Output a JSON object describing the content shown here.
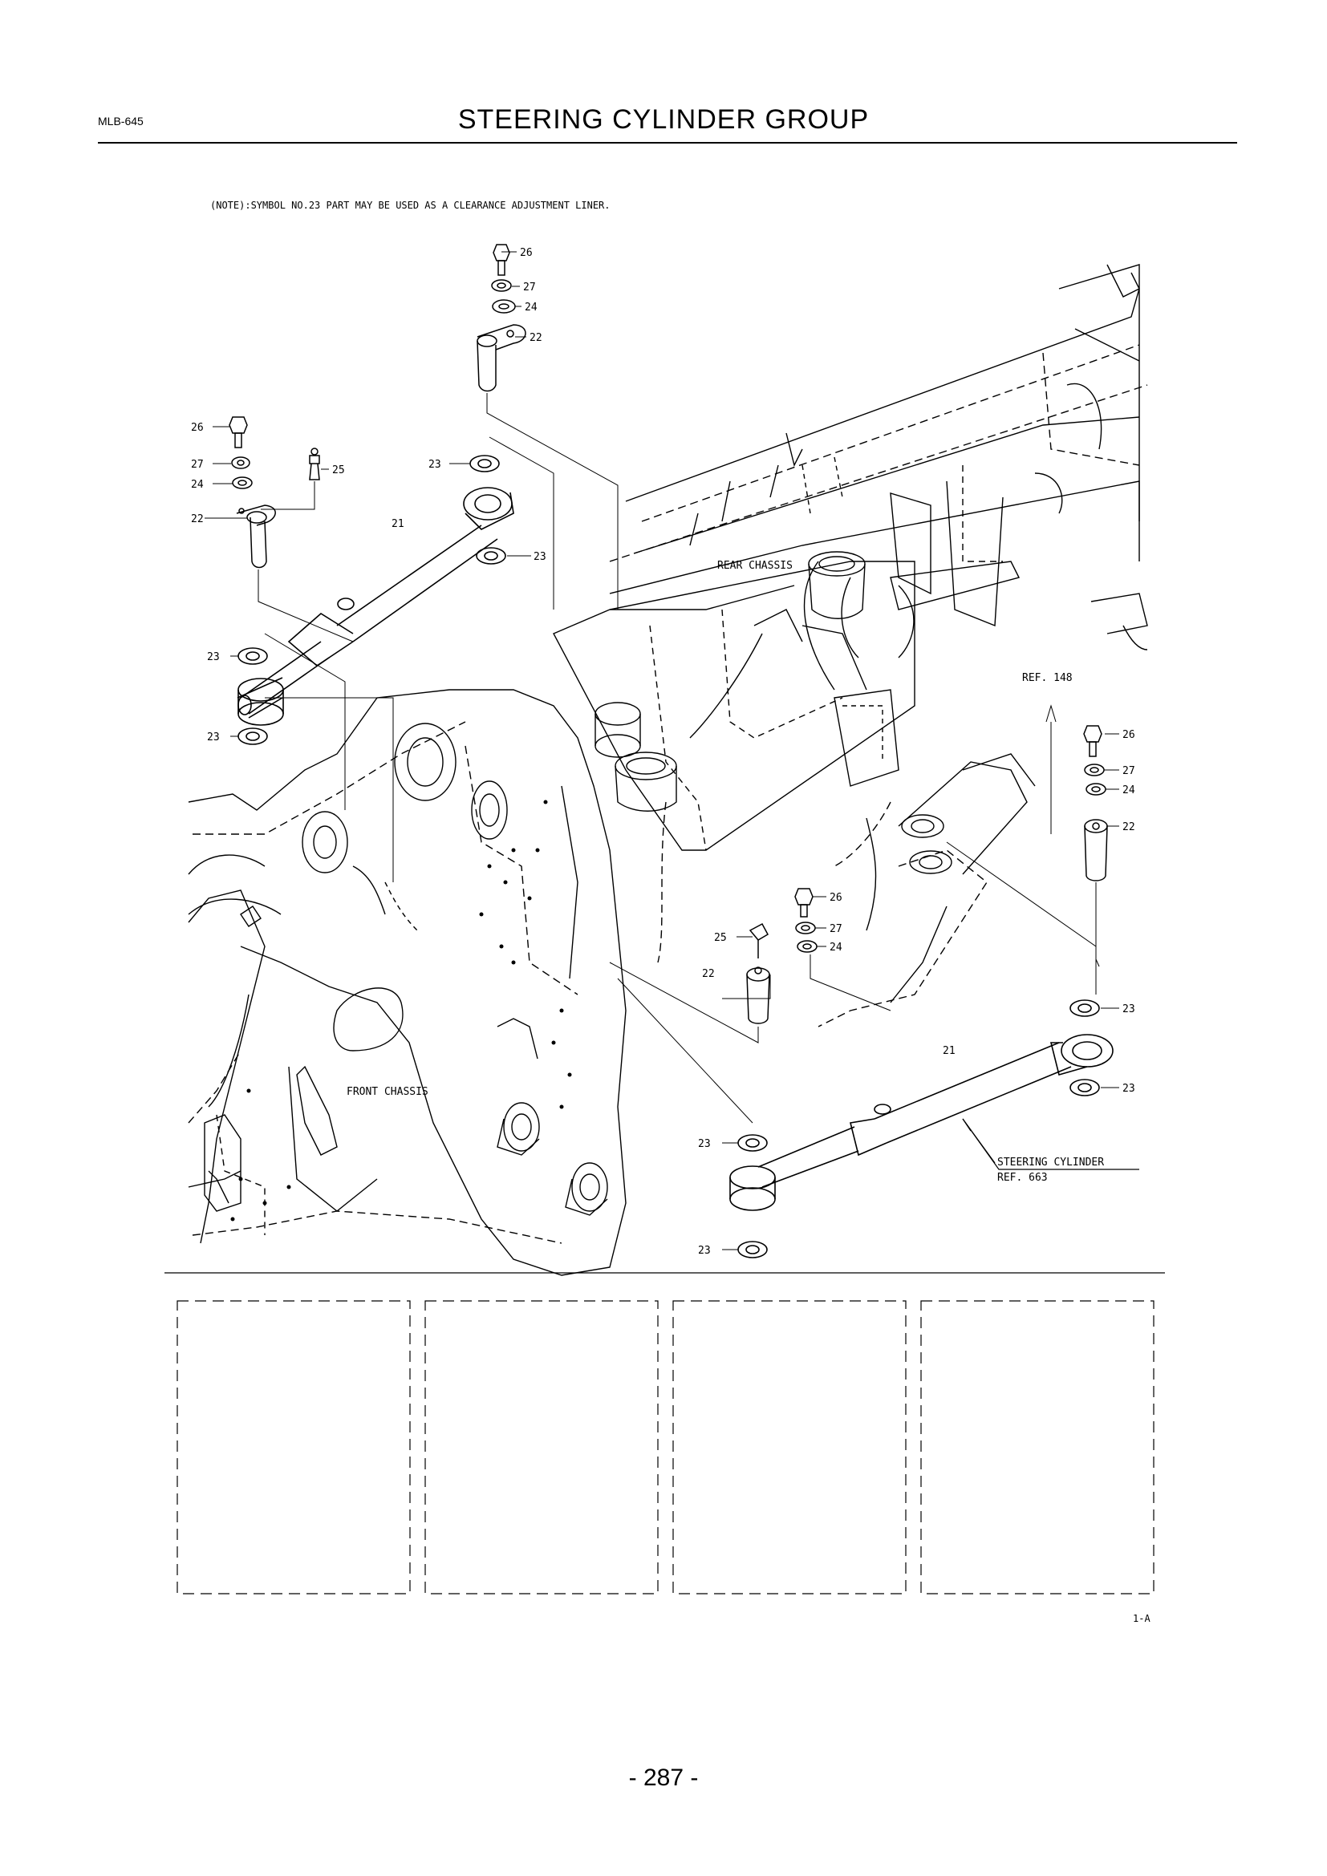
{
  "header": {
    "doc_code": "MLB-645",
    "title": "STEERING CYLINDER GROUP"
  },
  "note": "(NOTE):SYMBOL NO.23 PART MAY BE USED AS A CLEARANCE ADJUSTMENT LINER.",
  "labels": {
    "rear_chassis": "REAR CHASSIS",
    "front_chassis": "FRONT CHASSIS",
    "ref_148": "REF. 148",
    "steering_cylinder": "STEERING CYLINDER",
    "ref_663": "REF. 663"
  },
  "callouts": {
    "top_26": "26",
    "top_27": "27",
    "top_24": "24",
    "top_22": "22",
    "left_26": "26",
    "left_27": "27",
    "left_24": "24",
    "left_22": "22",
    "left_25": "25",
    "left_21": "21",
    "left_23_a": "23",
    "left_23_b": "23",
    "left_23_c": "23",
    "left_23_d": "23",
    "right_26": "26",
    "right_27": "27",
    "right_24": "24",
    "right_22": "22",
    "mid_26": "26",
    "mid_27": "27",
    "mid_24": "24",
    "mid_25": "25",
    "mid_22": "22",
    "right_23_a": "23",
    "right_23_b": "23",
    "right_21": "21",
    "bottom_23_a": "23",
    "bottom_23_b": "23"
  },
  "figure_code": "1-A",
  "page_number": "- 287 -"
}
